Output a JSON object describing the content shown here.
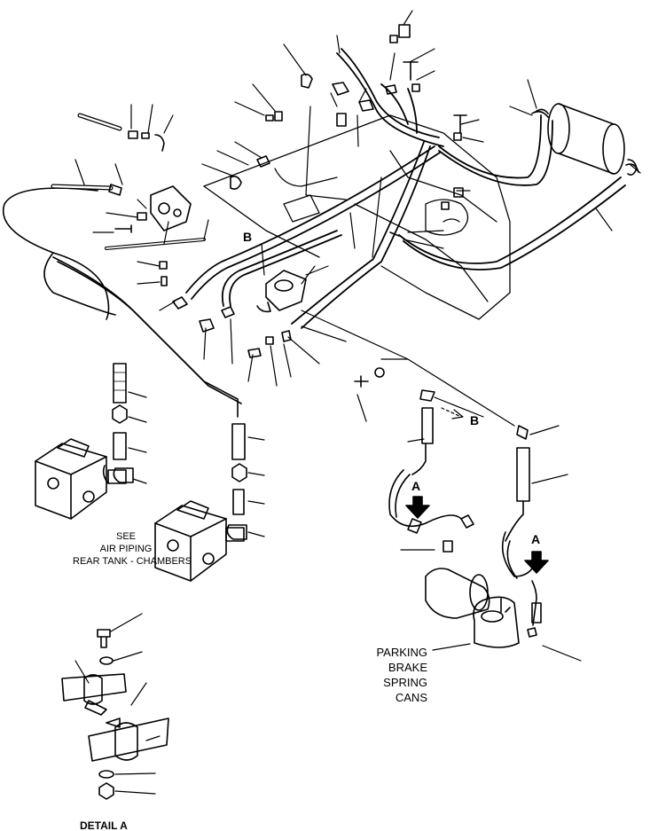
{
  "labels": {
    "callout_b_top": "B",
    "callout_b_right": "B",
    "callout_a_left": "A",
    "callout_a_right": "A",
    "see_note": {
      "line1": "SEE",
      "line2": "AIR PIPING",
      "line3": "REAR TANK - CHAMBERS"
    },
    "parking_note": {
      "line1": "PARKING",
      "line2": "BRAKE",
      "line3": "SPRING",
      "line4": "CANS"
    },
    "detail_title": "DETAIL A"
  },
  "colors": {
    "line": "#000000",
    "background": "#ffffff"
  }
}
